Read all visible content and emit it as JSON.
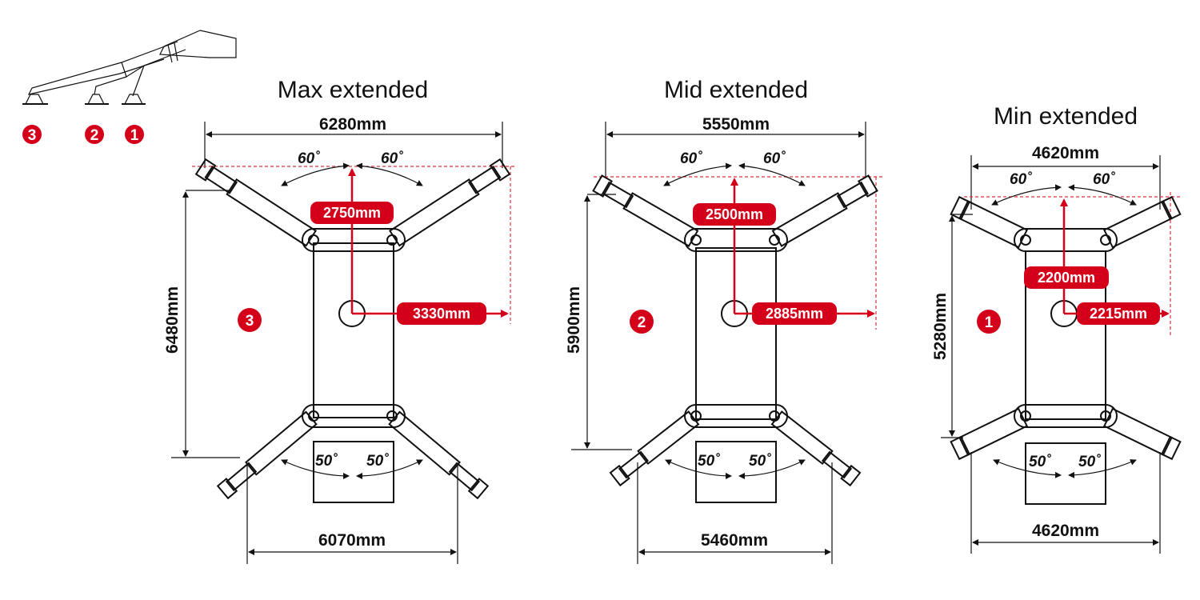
{
  "colors": {
    "accent": "#d4001a",
    "ink": "#111111"
  },
  "legend_badges": [
    "3",
    "2",
    "1"
  ],
  "configs": [
    {
      "title": "Max extended",
      "top_width": "6280mm",
      "bottom_width": "6070mm",
      "height": "6480mm",
      "vertical_reach": "2750mm",
      "lateral_reach": "3330mm",
      "top_angle_left": "60˚",
      "top_angle_right": "60˚",
      "bottom_angle_left": "50˚",
      "bottom_angle_right": "50˚",
      "badge": "3"
    },
    {
      "title": "Mid extended",
      "top_width": "5550mm",
      "bottom_width": "5460mm",
      "height": "5900mm",
      "vertical_reach": "2500mm",
      "lateral_reach": "2885mm",
      "top_angle_left": "60˚",
      "top_angle_right": "60˚",
      "bottom_angle_left": "50˚",
      "bottom_angle_right": "50˚",
      "badge": "2"
    },
    {
      "title": "Min extended",
      "top_width": "4620mm",
      "bottom_width": "4620mm",
      "height": "5280mm",
      "vertical_reach": "2200mm",
      "lateral_reach": "2215mm",
      "top_angle_left": "60˚",
      "top_angle_right": "60˚",
      "bottom_angle_left": "50˚",
      "bottom_angle_right": "50˚",
      "badge": "1"
    }
  ]
}
